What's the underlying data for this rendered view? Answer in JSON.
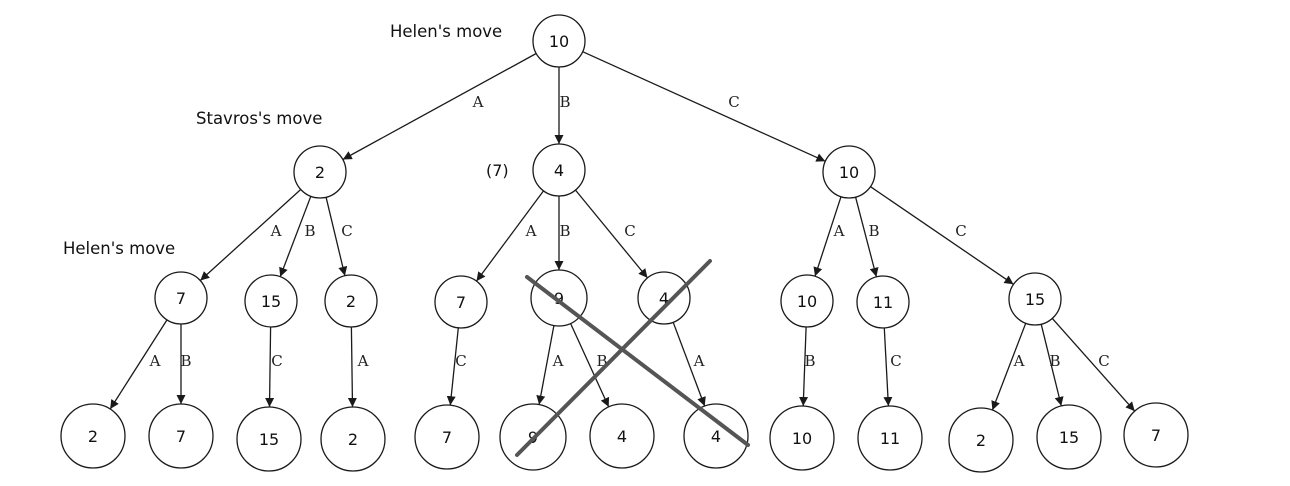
{
  "turn_labels": {
    "root": "Helen's move",
    "level1": "Stavros's move",
    "level2": "Helen's move"
  },
  "note": "(7)",
  "nodes": {
    "root": "10",
    "a": "2",
    "b": "4",
    "c": "10",
    "aa": "7",
    "ab": "15",
    "ac": "2",
    "ba": "7",
    "bb": "9",
    "bc": "4",
    "ca": "10",
    "cb": "11",
    "cc": "15",
    "aaa": "2",
    "aab": "7",
    "abc": "15",
    "aca": "2",
    "bac": "7",
    "bba": "9",
    "bbb": "4",
    "bca": "4",
    "cab": "10",
    "cbc": "11",
    "cca": "2",
    "ccb": "15",
    "ccc": "7"
  },
  "edges": {
    "root_a": "A",
    "root_b": "B",
    "root_c": "C",
    "a_aa": "A",
    "a_ab": "B",
    "a_ac": "C",
    "b_ba": "A",
    "b_bb": "B",
    "b_bc": "C",
    "c_ca": "A",
    "c_cb": "B",
    "c_cc": "C",
    "aa_aaa": "A",
    "aa_aab": "B",
    "ab_abc": "C",
    "ac_aca": "A",
    "ba_bac": "C",
    "bb_bba": "A",
    "bb_bbb": "B",
    "bc_bca": "A",
    "ca_cab": "B",
    "cb_cbc": "C",
    "cc_cca": "A",
    "cc_ccb": "B",
    "cc_ccc": "C"
  }
}
